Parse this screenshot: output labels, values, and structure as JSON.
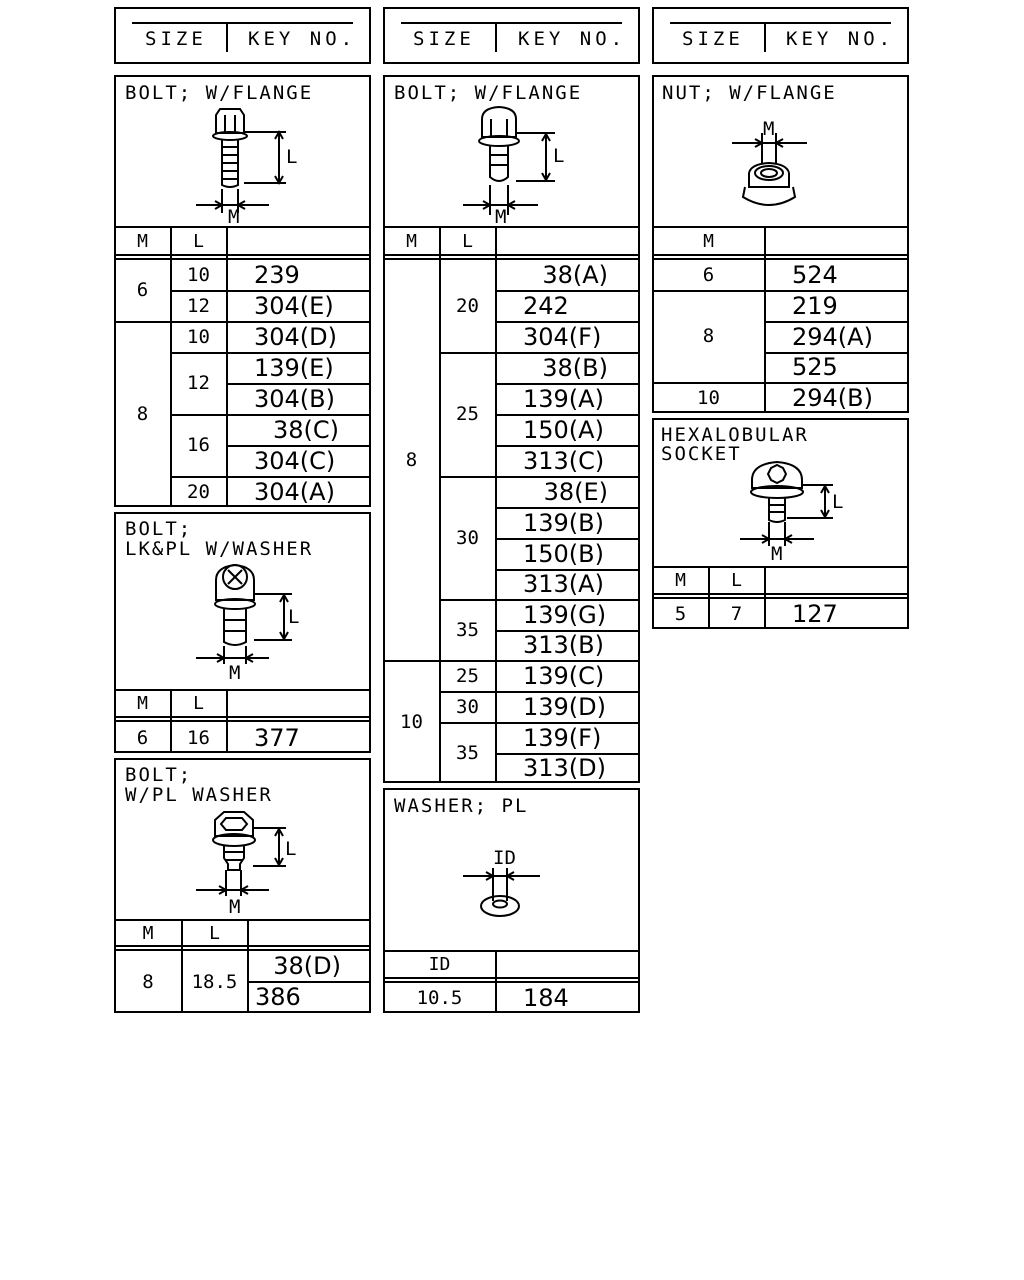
{
  "headers": [
    {
      "size": "SIZE",
      "key": "KEY NO."
    },
    {
      "size": "SIZE",
      "key": "KEY NO."
    },
    {
      "size": "SIZE",
      "key": "KEY NO."
    }
  ],
  "bolt_flange_a": {
    "title": "BOLT; W/FLANGE",
    "dim_l": "L",
    "dim_m": "M",
    "col_m": "M",
    "col_l": "L",
    "rows": [
      {
        "m": "6",
        "l": "10",
        "key": "239"
      },
      {
        "l": "12",
        "key": "304(E)"
      },
      {
        "m": "8",
        "l": "10",
        "key": "304(D)"
      },
      {
        "l": "12",
        "key": "139(E)"
      },
      {
        "key": "304(B)"
      },
      {
        "l": "16",
        "key": "38(C)"
      },
      {
        "key": "304(C)"
      },
      {
        "l": "20",
        "key": "304(A)"
      }
    ]
  },
  "bolt_lk_pl": {
    "title_1": "BOLT;",
    "title_2": "LK&PL W/WASHER",
    "dim_l": "L",
    "dim_m": "M",
    "col_m": "M",
    "col_l": "L",
    "row": {
      "m": "6",
      "l": "16",
      "key": "377"
    }
  },
  "bolt_pl_washer": {
    "title_1": "BOLT;",
    "title_2": "W/PL WASHER",
    "dim_l": "L",
    "dim_m": "M",
    "col_m": "M",
    "col_l": "L",
    "row": {
      "m": "8",
      "l": "18.5",
      "keys": [
        "38(D)",
        "386"
      ]
    }
  },
  "bolt_flange_b": {
    "title": "BOLT; W/FLANGE",
    "dim_l": "L",
    "dim_m": "M",
    "col_m": "M",
    "col_l": "L",
    "m_values": [
      "8",
      "10"
    ],
    "l_values": [
      "20",
      "25",
      "30",
      "35",
      "25",
      "30",
      "35"
    ],
    "keys": [
      "38(A)",
      "242",
      "304(F)",
      "38(B)",
      "139(A)",
      "150(A)",
      "313(C)",
      "38(E)",
      "139(B)",
      "150(B)",
      "313(A)",
      "139(G)",
      "313(B)",
      "139(C)",
      "139(D)",
      "139(F)",
      "313(D)"
    ]
  },
  "washer_pl": {
    "title": "WASHER; PL",
    "dim_id": "ID",
    "col_id": "ID",
    "row": {
      "id": "10.5",
      "key": "184"
    }
  },
  "nut_flange": {
    "title": "NUT; W/FLANGE",
    "dim_m": "M",
    "col_m": "M",
    "m_values": [
      "6",
      "8",
      "10"
    ],
    "keys": [
      "524",
      "219",
      "294(A)",
      "525",
      "294(B)"
    ]
  },
  "hexalobular": {
    "title_1": "HEXALOBULAR",
    "title_2": "SOCKET",
    "dim_l": "L",
    "dim_m": "M",
    "col_m": "M",
    "col_l": "L",
    "row": {
      "m": "5",
      "l": "7",
      "key": "127"
    }
  }
}
